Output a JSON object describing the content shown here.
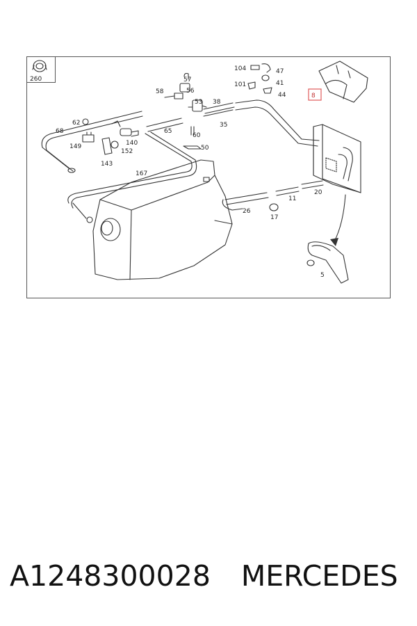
{
  "diagram": {
    "thumbnail_label": "260",
    "highlighted_part": "8",
    "part_labels": {
      "p57": "57",
      "p58": "58",
      "p56": "56",
      "p53": "53",
      "p38": "38",
      "p35": "35",
      "p104": "104",
      "p47": "47",
      "p101": "101",
      "p41": "41",
      "p44": "44",
      "p62": "62",
      "p68": "68",
      "p149": "149",
      "p140": "140",
      "p152": "152",
      "p143": "143",
      "p65": "65",
      "p60": "60",
      "p50": "50",
      "p167": "167",
      "p26": "26",
      "p11": "11",
      "p20": "20",
      "p17": "17",
      "p5": "5"
    }
  },
  "caption": {
    "part_number": "A1248300028",
    "brand": "MERCEDES"
  }
}
